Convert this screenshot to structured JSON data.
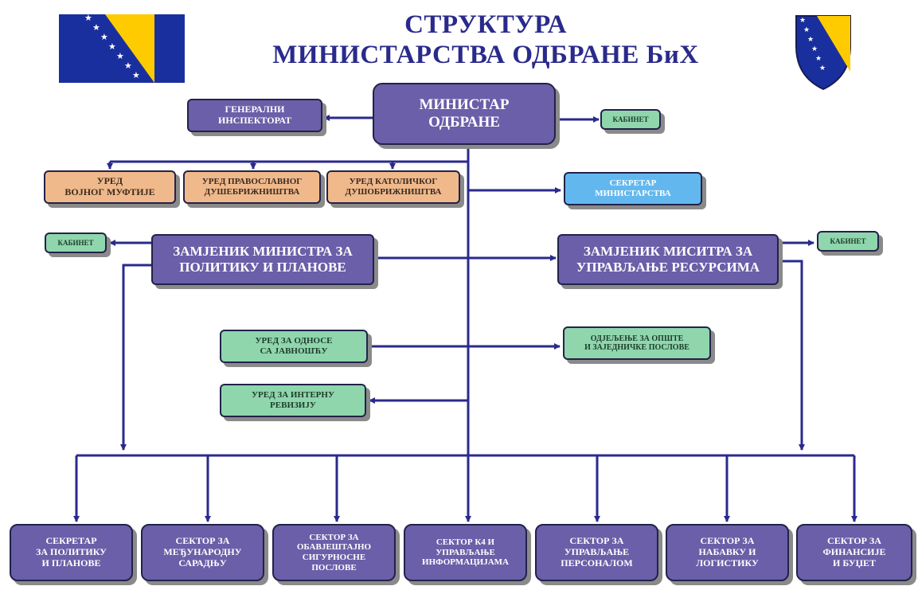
{
  "title": {
    "line1": "СТРУКТУРА",
    "line2": "МИНИСТАРСТВА ОДБРАНЕ БиХ"
  },
  "colors": {
    "purple": "#6a5fa8",
    "orange": "#f0b98b",
    "green": "#8fd6ad",
    "blue": "#62b8ee",
    "line": "#2a2a8c",
    "flag_blue": "#002395",
    "flag_yellow": "#fecb00"
  },
  "nodes": {
    "minister": "МИНИСТАР\nОДБРАНЕ",
    "inspectorate": "ГЕНЕРАЛНИ\nИНСПЕКТОРАТ",
    "cabinet_top": "КАБИНЕТ",
    "mufti": "УРЕД\nВОЈНОГ МУФТИЈЕ",
    "orthodox": "УРЕД ПРАВОСЛАВНОГ\nДУШЕБРИЖНИШТВА",
    "catholic": "УРЕД КАТОЛИЧКОГ\nДУШОБРИЖНИШТВА",
    "secretary": "СЕКРЕТАР\nМИНИСТАРСТВА",
    "cabinet_left": "КАБИНЕТ",
    "deputy_policy": "ЗАМЈЕНИК МИНИСТРА ЗА\nПОЛИТИКУ И ПЛАНОВЕ",
    "deputy_resources": "ЗАМЈЕНИК МИСИТРА ЗА\nУПРАВЉАЊЕ РЕСУРСИМА",
    "cabinet_right": "КАБИНЕТ",
    "public_relations": "УРЕД ЗА ОДНОСЕ\nСА ЈАВНОШЋУ",
    "general_affairs": "ОДЈЕЉЕЊЕ ЗА ОПШТЕ\nИ ЗАЈЕДНИЧКЕ ПОСЛОВЕ",
    "internal_audit": "УРЕД ЗА ИНТЕРНУ\nРЕВИЗИЈУ"
  },
  "sectors": [
    "СЕКРЕТАР\nЗА ПОЛИТИКУ\nИ ПЛАНОВЕ",
    "СЕКТОР ЗА\nМЕЂУНАРОДНУ\nСАРАДЊУ",
    "СЕКТОР ЗА\nОБАВЈЕШТАЈНО\nСИГУРНОСНЕ\nПОСЛОВЕ",
    "СЕКТОР К4 И\nУПРАВЉАЊЕ\nИНФОРМАЦИЈАМА",
    "СЕКТОР ЗА\nУПРАВЉАЊЕ\nПЕРСОНАЛОМ",
    "СЕКТОР ЗА\nНАБАВКУ И\nЛОГИСТИКУ",
    "СЕКТОР ЗА\nФИНАНСИЈЕ\nИ БУЏЕТ"
  ]
}
